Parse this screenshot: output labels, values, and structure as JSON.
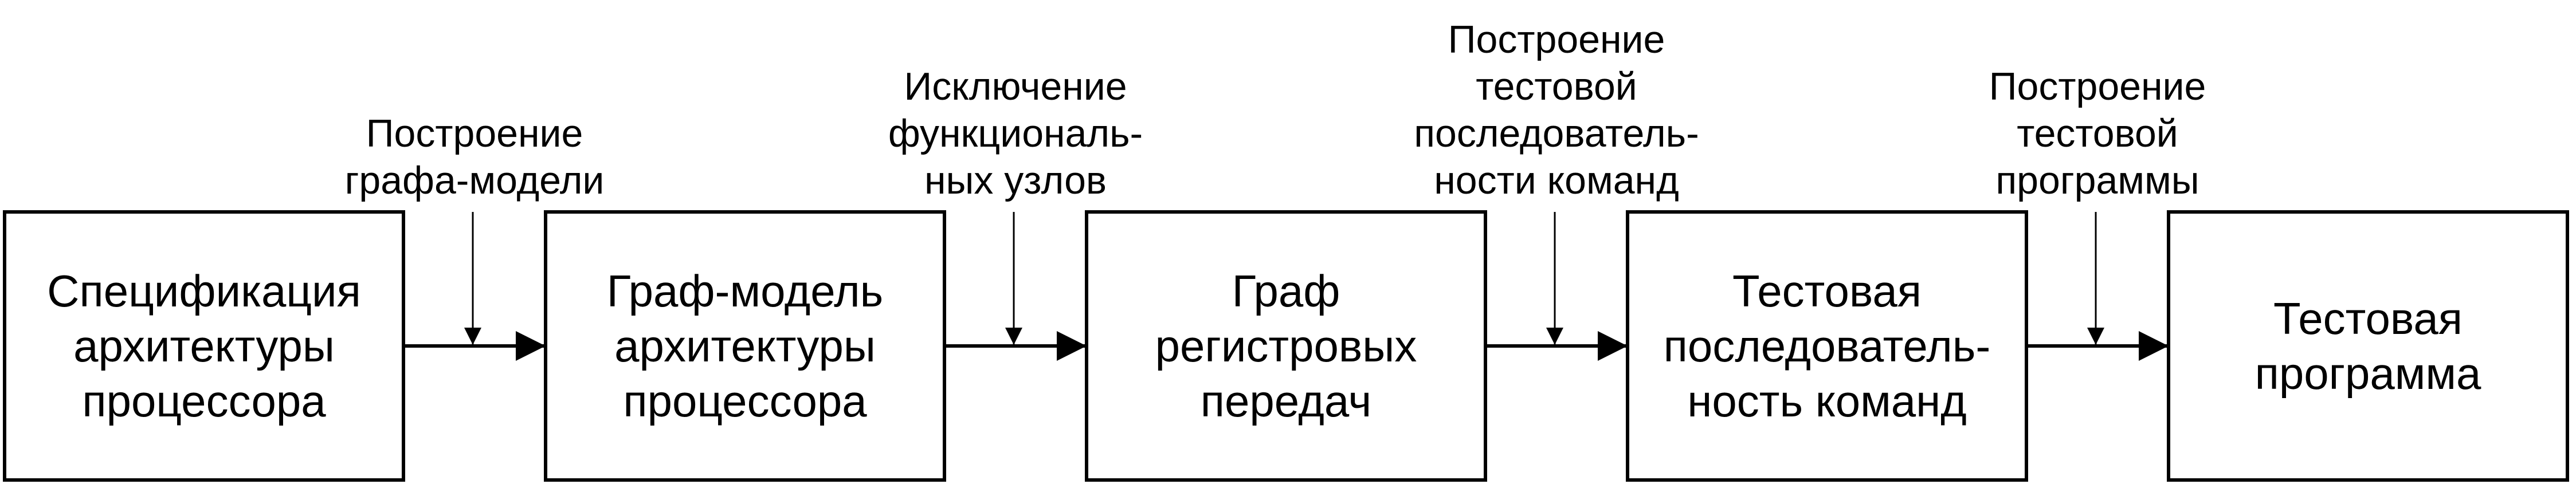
{
  "diagram": {
    "type": "flowchart",
    "direction": "left-to-right",
    "stroke_color": "#000000",
    "background_color": "#ffffff",
    "boxes": [
      {
        "id": "spec",
        "lines": [
          "Спецификация",
          "архитектуры",
          "процессора"
        ]
      },
      {
        "id": "graph-model",
        "lines": [
          "Граф-модель",
          "архитектуры",
          "процессора"
        ]
      },
      {
        "id": "rtl-graph",
        "lines": [
          "Граф",
          "регистровых",
          "передач"
        ]
      },
      {
        "id": "test-sequence",
        "lines": [
          "Тестовая",
          "последователь-",
          "ность команд"
        ]
      },
      {
        "id": "test-program",
        "lines": [
          "Тестовая",
          "программа"
        ]
      }
    ],
    "steps": [
      {
        "between": [
          "spec",
          "graph-model"
        ],
        "lines": [
          "Построение",
          "графа-модели"
        ]
      },
      {
        "between": [
          "graph-model",
          "rtl-graph"
        ],
        "lines": [
          "Исключение",
          "функциональ-",
          "ных узлов"
        ]
      },
      {
        "between": [
          "rtl-graph",
          "test-sequence"
        ],
        "lines": [
          "Построение",
          "тестовой",
          "последователь-",
          "ности команд"
        ]
      },
      {
        "between": [
          "test-sequence",
          "test-program"
        ],
        "lines": [
          "Построение",
          "тестовой",
          "программы"
        ]
      }
    ]
  }
}
